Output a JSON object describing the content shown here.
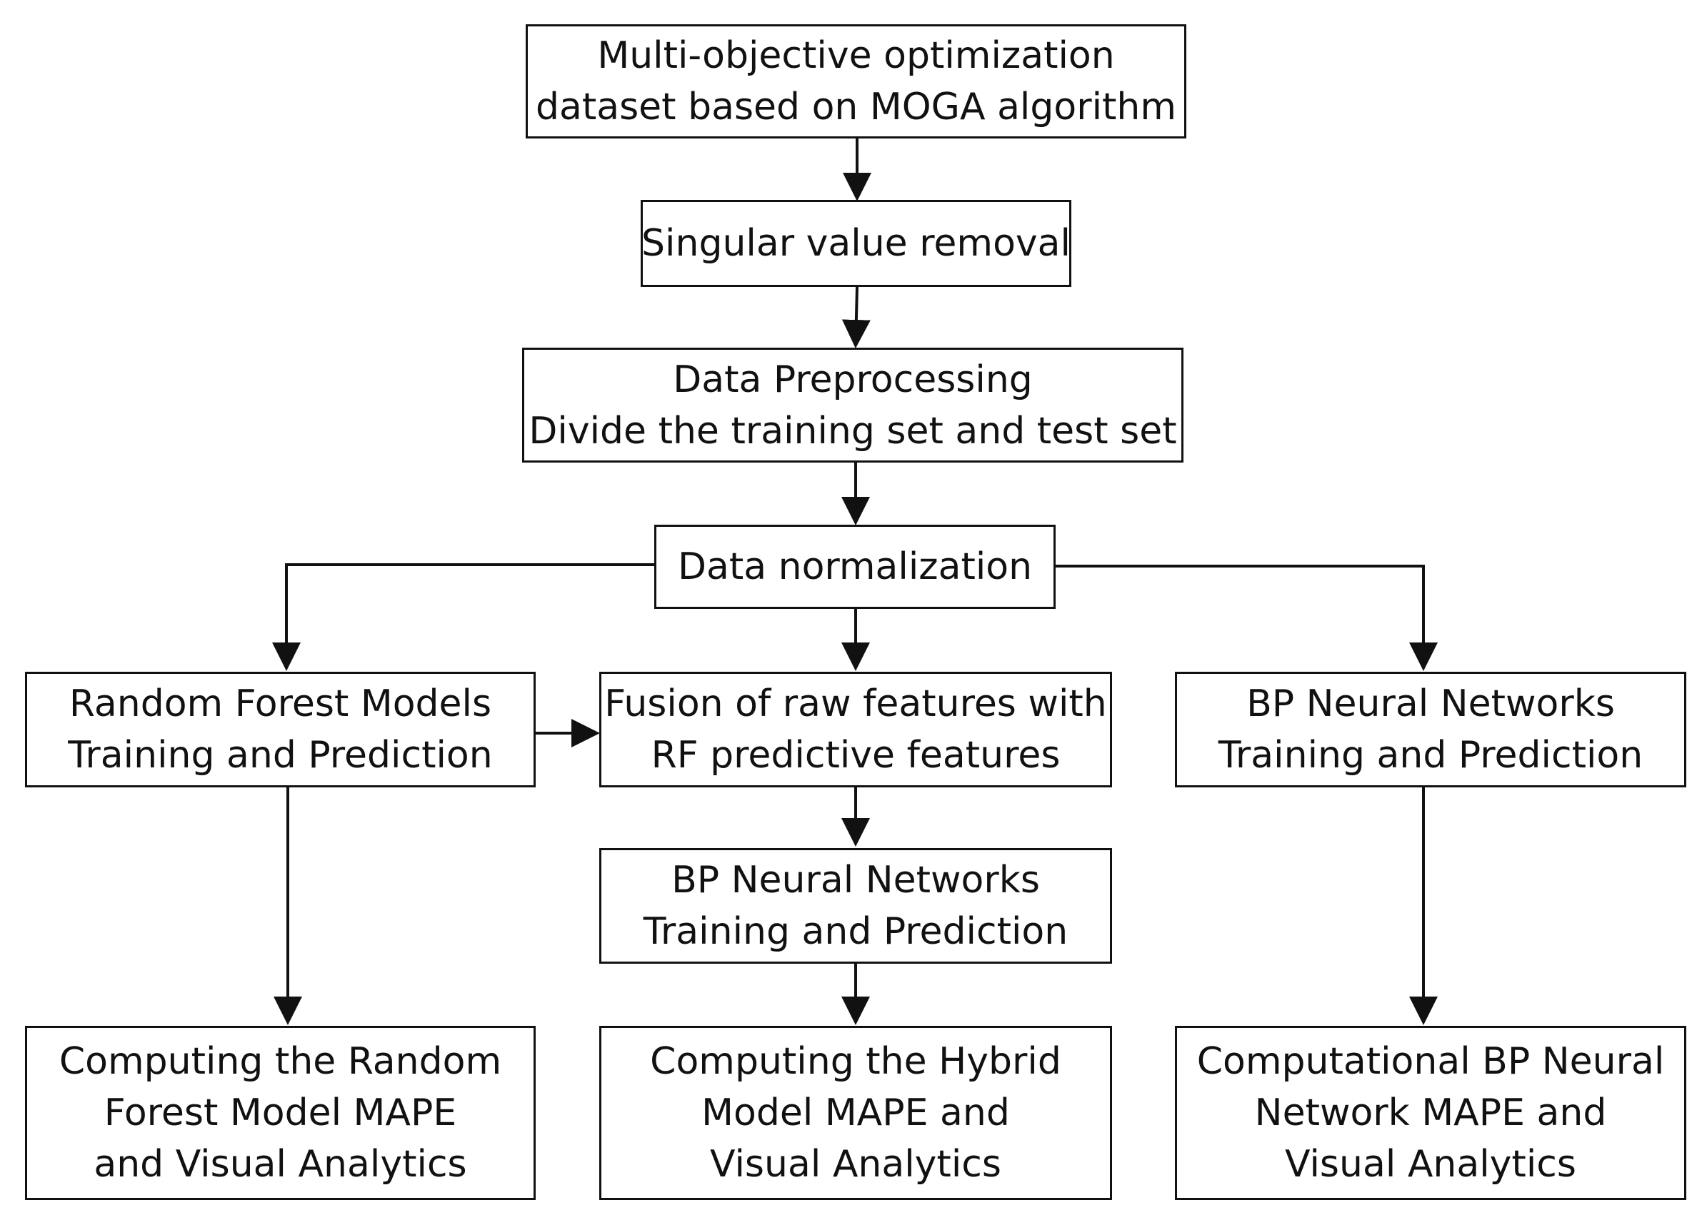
{
  "diagram": {
    "nodes": {
      "moga_dataset": {
        "lines": [
          "Multi-objective optimization",
          "dataset based on MOGA algorithm"
        ]
      },
      "singular_value_removal": {
        "lines": [
          "Singular value removal"
        ]
      },
      "data_preprocessing": {
        "lines": [
          "Data Preprocessing",
          "Divide the training set and test set"
        ]
      },
      "data_normalization": {
        "lines": [
          "Data normalization"
        ]
      },
      "random_forest": {
        "lines": [
          "Random Forest Models",
          "Training and Prediction"
        ]
      },
      "feature_fusion": {
        "lines": [
          "Fusion of raw features with",
          "RF predictive features"
        ]
      },
      "bp_right": {
        "lines": [
          "BP Neural Networks",
          "Training and Prediction"
        ]
      },
      "bp_middle": {
        "lines": [
          "BP Neural Networks",
          "Training and Prediction"
        ]
      },
      "rf_mape": {
        "lines": [
          "Computing the Random",
          "Forest Model MAPE",
          "and Visual Analytics"
        ]
      },
      "hybrid_mape": {
        "lines": [
          "Computing the Hybrid",
          "Model MAPE and",
          "Visual Analytics"
        ]
      },
      "bp_mape": {
        "lines": [
          "Computational BP Neural",
          "Network MAPE and",
          "Visual Analytics"
        ]
      }
    },
    "edges": [
      {
        "from": "moga_dataset",
        "to": "singular_value_removal"
      },
      {
        "from": "singular_value_removal",
        "to": "data_preprocessing"
      },
      {
        "from": "data_preprocessing",
        "to": "data_normalization"
      },
      {
        "from": "data_normalization",
        "to": "random_forest"
      },
      {
        "from": "data_normalization",
        "to": "feature_fusion"
      },
      {
        "from": "data_normalization",
        "to": "bp_right"
      },
      {
        "from": "random_forest",
        "to": "feature_fusion"
      },
      {
        "from": "feature_fusion",
        "to": "bp_middle"
      },
      {
        "from": "random_forest",
        "to": "rf_mape"
      },
      {
        "from": "bp_middle",
        "to": "hybrid_mape"
      },
      {
        "from": "bp_right",
        "to": "bp_mape"
      }
    ]
  }
}
